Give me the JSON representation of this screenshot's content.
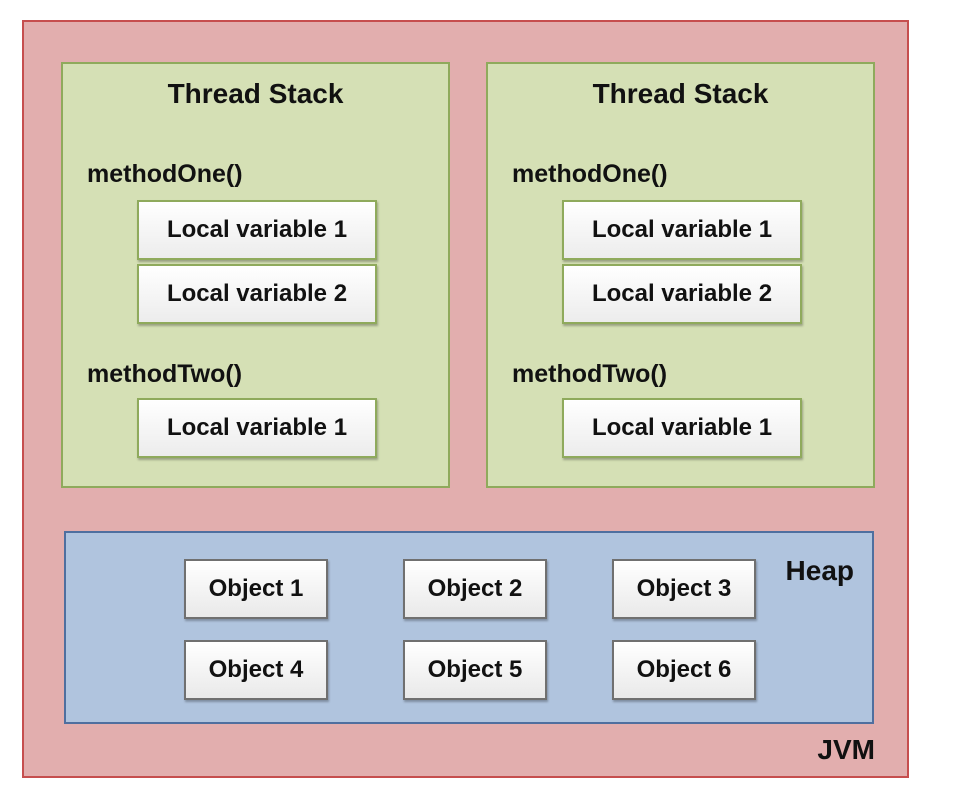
{
  "jvm": {
    "label": "JVM",
    "colors": {
      "fill": "#e2aeae",
      "border": "#c64e4e"
    }
  },
  "stacks": [
    {
      "title": "Thread Stack",
      "methods": [
        {
          "name": "methodOne()",
          "variables": [
            "Local variable 1",
            "Local variable 2"
          ]
        },
        {
          "name": "methodTwo()",
          "variables": [
            "Local variable 1"
          ]
        }
      ]
    },
    {
      "title": "Thread Stack",
      "methods": [
        {
          "name": "methodOne()",
          "variables": [
            "Local variable 1",
            "Local variable 2"
          ]
        },
        {
          "name": "methodTwo()",
          "variables": [
            "Local variable 1"
          ]
        }
      ]
    }
  ],
  "stack_colors": {
    "fill": "#d5e0b5",
    "border": "#8faa5c"
  },
  "heap": {
    "label": "Heap",
    "objects": [
      "Object 1",
      "Object 2",
      "Object 3",
      "Object 4",
      "Object 5",
      "Object 6"
    ],
    "colors": {
      "fill": "#b0c4de",
      "border": "#4f6f9f"
    }
  }
}
